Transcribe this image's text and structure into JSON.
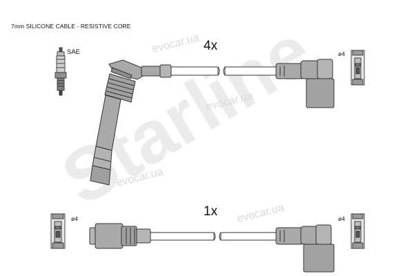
{
  "caption": "7mm SILICONE CABLE - RESISTIVE CORE",
  "top_set": {
    "quantity": "4x",
    "plug_standard": "SAE",
    "terminal_diameter": "ø4"
  },
  "bottom_set": {
    "quantity": "1x",
    "terminal_diameter_left": "ø4",
    "terminal_diameter_right": "ø4"
  },
  "watermark": {
    "brand": "Starline",
    "site": "evocar.ua"
  },
  "colors": {
    "part_fill": "#a7a7a7",
    "part_stroke": "#3a3a3a",
    "watermark": "#ececec"
  }
}
